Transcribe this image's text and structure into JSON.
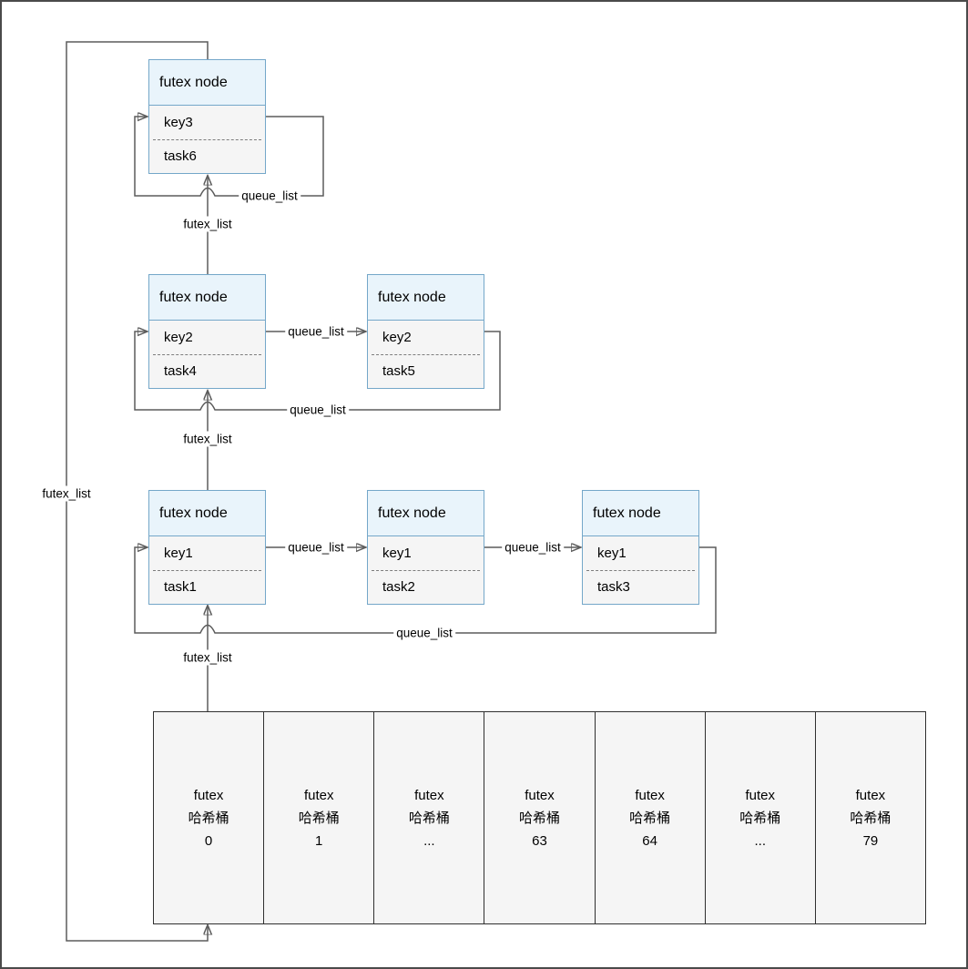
{
  "diagram": {
    "title_label": "futex node",
    "nodes": [
      {
        "name": "futex-node-key3-task6",
        "key": "key3",
        "task": "task6"
      },
      {
        "name": "futex-node-key2-task4",
        "key": "key2",
        "task": "task4"
      },
      {
        "name": "futex-node-key2-task5",
        "key": "key2",
        "task": "task5"
      },
      {
        "name": "futex-node-key1-task1",
        "key": "key1",
        "task": "task1"
      },
      {
        "name": "futex-node-key1-task2",
        "key": "key1",
        "task": "task2"
      },
      {
        "name": "futex-node-key1-task3",
        "key": "key1",
        "task": "task3"
      }
    ],
    "edge_labels": {
      "queue_list": "queue_list",
      "futex_list": "futex_list"
    },
    "buckets": [
      {
        "line1": "futex",
        "line2": "哈希桶",
        "line3": "0"
      },
      {
        "line1": "futex",
        "line2": "哈希桶",
        "line3": "1"
      },
      {
        "line1": "futex",
        "line2": "哈希桶",
        "line3": "..."
      },
      {
        "line1": "futex",
        "line2": "哈希桶",
        "line3": "63"
      },
      {
        "line1": "futex",
        "line2": "哈希桶",
        "line3": "64"
      },
      {
        "line1": "futex",
        "line2": "哈希桶",
        "line3": "..."
      },
      {
        "line1": "futex",
        "line2": "哈希桶",
        "line3": "79"
      }
    ],
    "colors": {
      "node_border": "#74a7c9",
      "node_header_fill": "#e9f4fb",
      "node_body_fill": "#f5f5f5",
      "bucket_fill": "#f5f5f5",
      "bucket_border": "#2f2f2f",
      "connector": "#5c5c5c",
      "arrow": "#111111"
    }
  }
}
